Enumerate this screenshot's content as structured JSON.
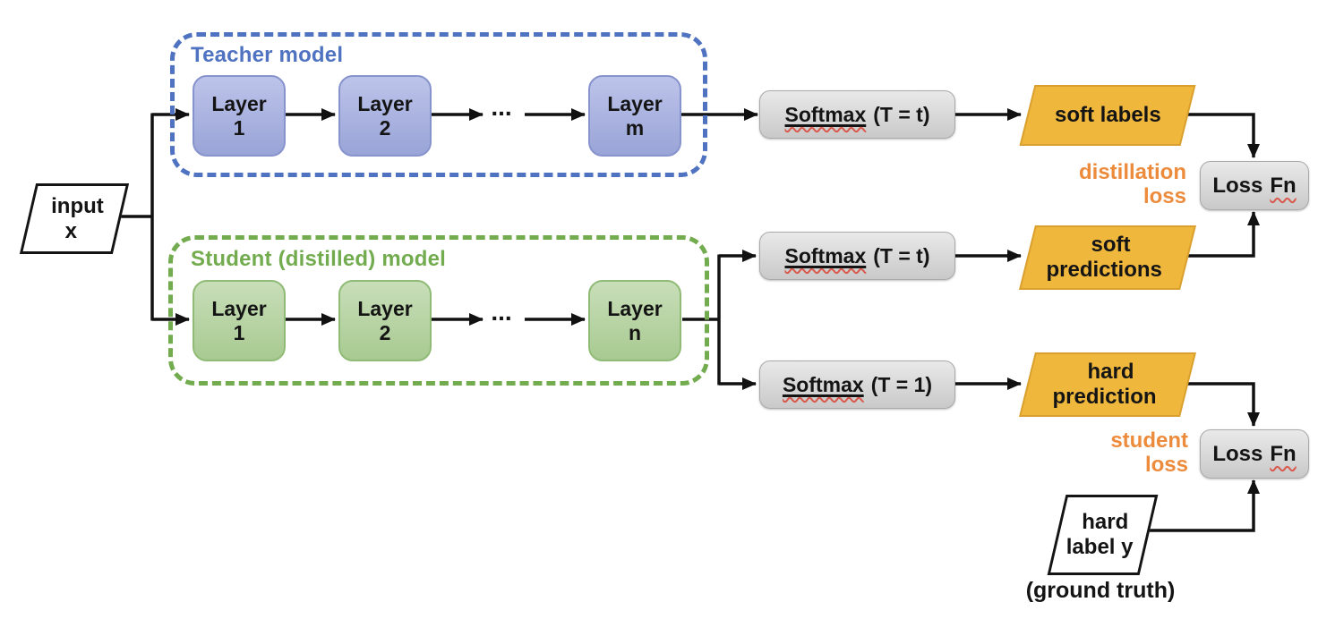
{
  "input": {
    "line1": "input",
    "line2": "x"
  },
  "teacher": {
    "label": "Teacher model",
    "layer1": {
      "line1": "Layer",
      "line2": "1"
    },
    "layer2": {
      "line1": "Layer",
      "line2": "2"
    },
    "layerLast": {
      "line1": "Layer",
      "line2": "m"
    },
    "ellipsis": "...",
    "softmax": {
      "word": "Softmax",
      "rest": "(T = t)"
    }
  },
  "student": {
    "label": "Student (distilled) model",
    "layer1": {
      "line1": "Layer",
      "line2": "1"
    },
    "layer2": {
      "line1": "Layer",
      "line2": "2"
    },
    "layerLast": {
      "line1": "Layer",
      "line2": "n"
    },
    "ellipsis": "...",
    "softmaxSoft": {
      "word": "Softmax",
      "rest": "(T = t)"
    },
    "softmaxHard": {
      "word": "Softmax",
      "rest": "(T = 1)"
    }
  },
  "outputs": {
    "softLabels": {
      "line1": "soft labels"
    },
    "softPredictions": {
      "line1": "soft",
      "line2": "predictions"
    },
    "hardPrediction": {
      "line1": "hard",
      "line2": "prediction"
    },
    "hardLabel": {
      "line1": "hard",
      "line2": "label y"
    },
    "groundTruth": "(ground truth)"
  },
  "loss": {
    "distillation": {
      "line1": "distillation",
      "line2": "loss"
    },
    "student": {
      "line1": "student",
      "line2": "loss"
    },
    "fn": {
      "word1": "Loss",
      "word2": "Fn"
    }
  },
  "colors": {
    "teacher_outline": "#4F73C0",
    "teacher_fill": "#A9B3DF",
    "student_outline": "#73AC4F",
    "student_fill": "#B4D2A2",
    "parallelogram_fill": "#F0B73D",
    "parallelogram_border": "#D9A02F",
    "loss_text": "#ED8B3C",
    "process_box_fill": "#D2D2D2",
    "arrow": "#111111",
    "spellcheck_squiggle": "#D9594C"
  }
}
